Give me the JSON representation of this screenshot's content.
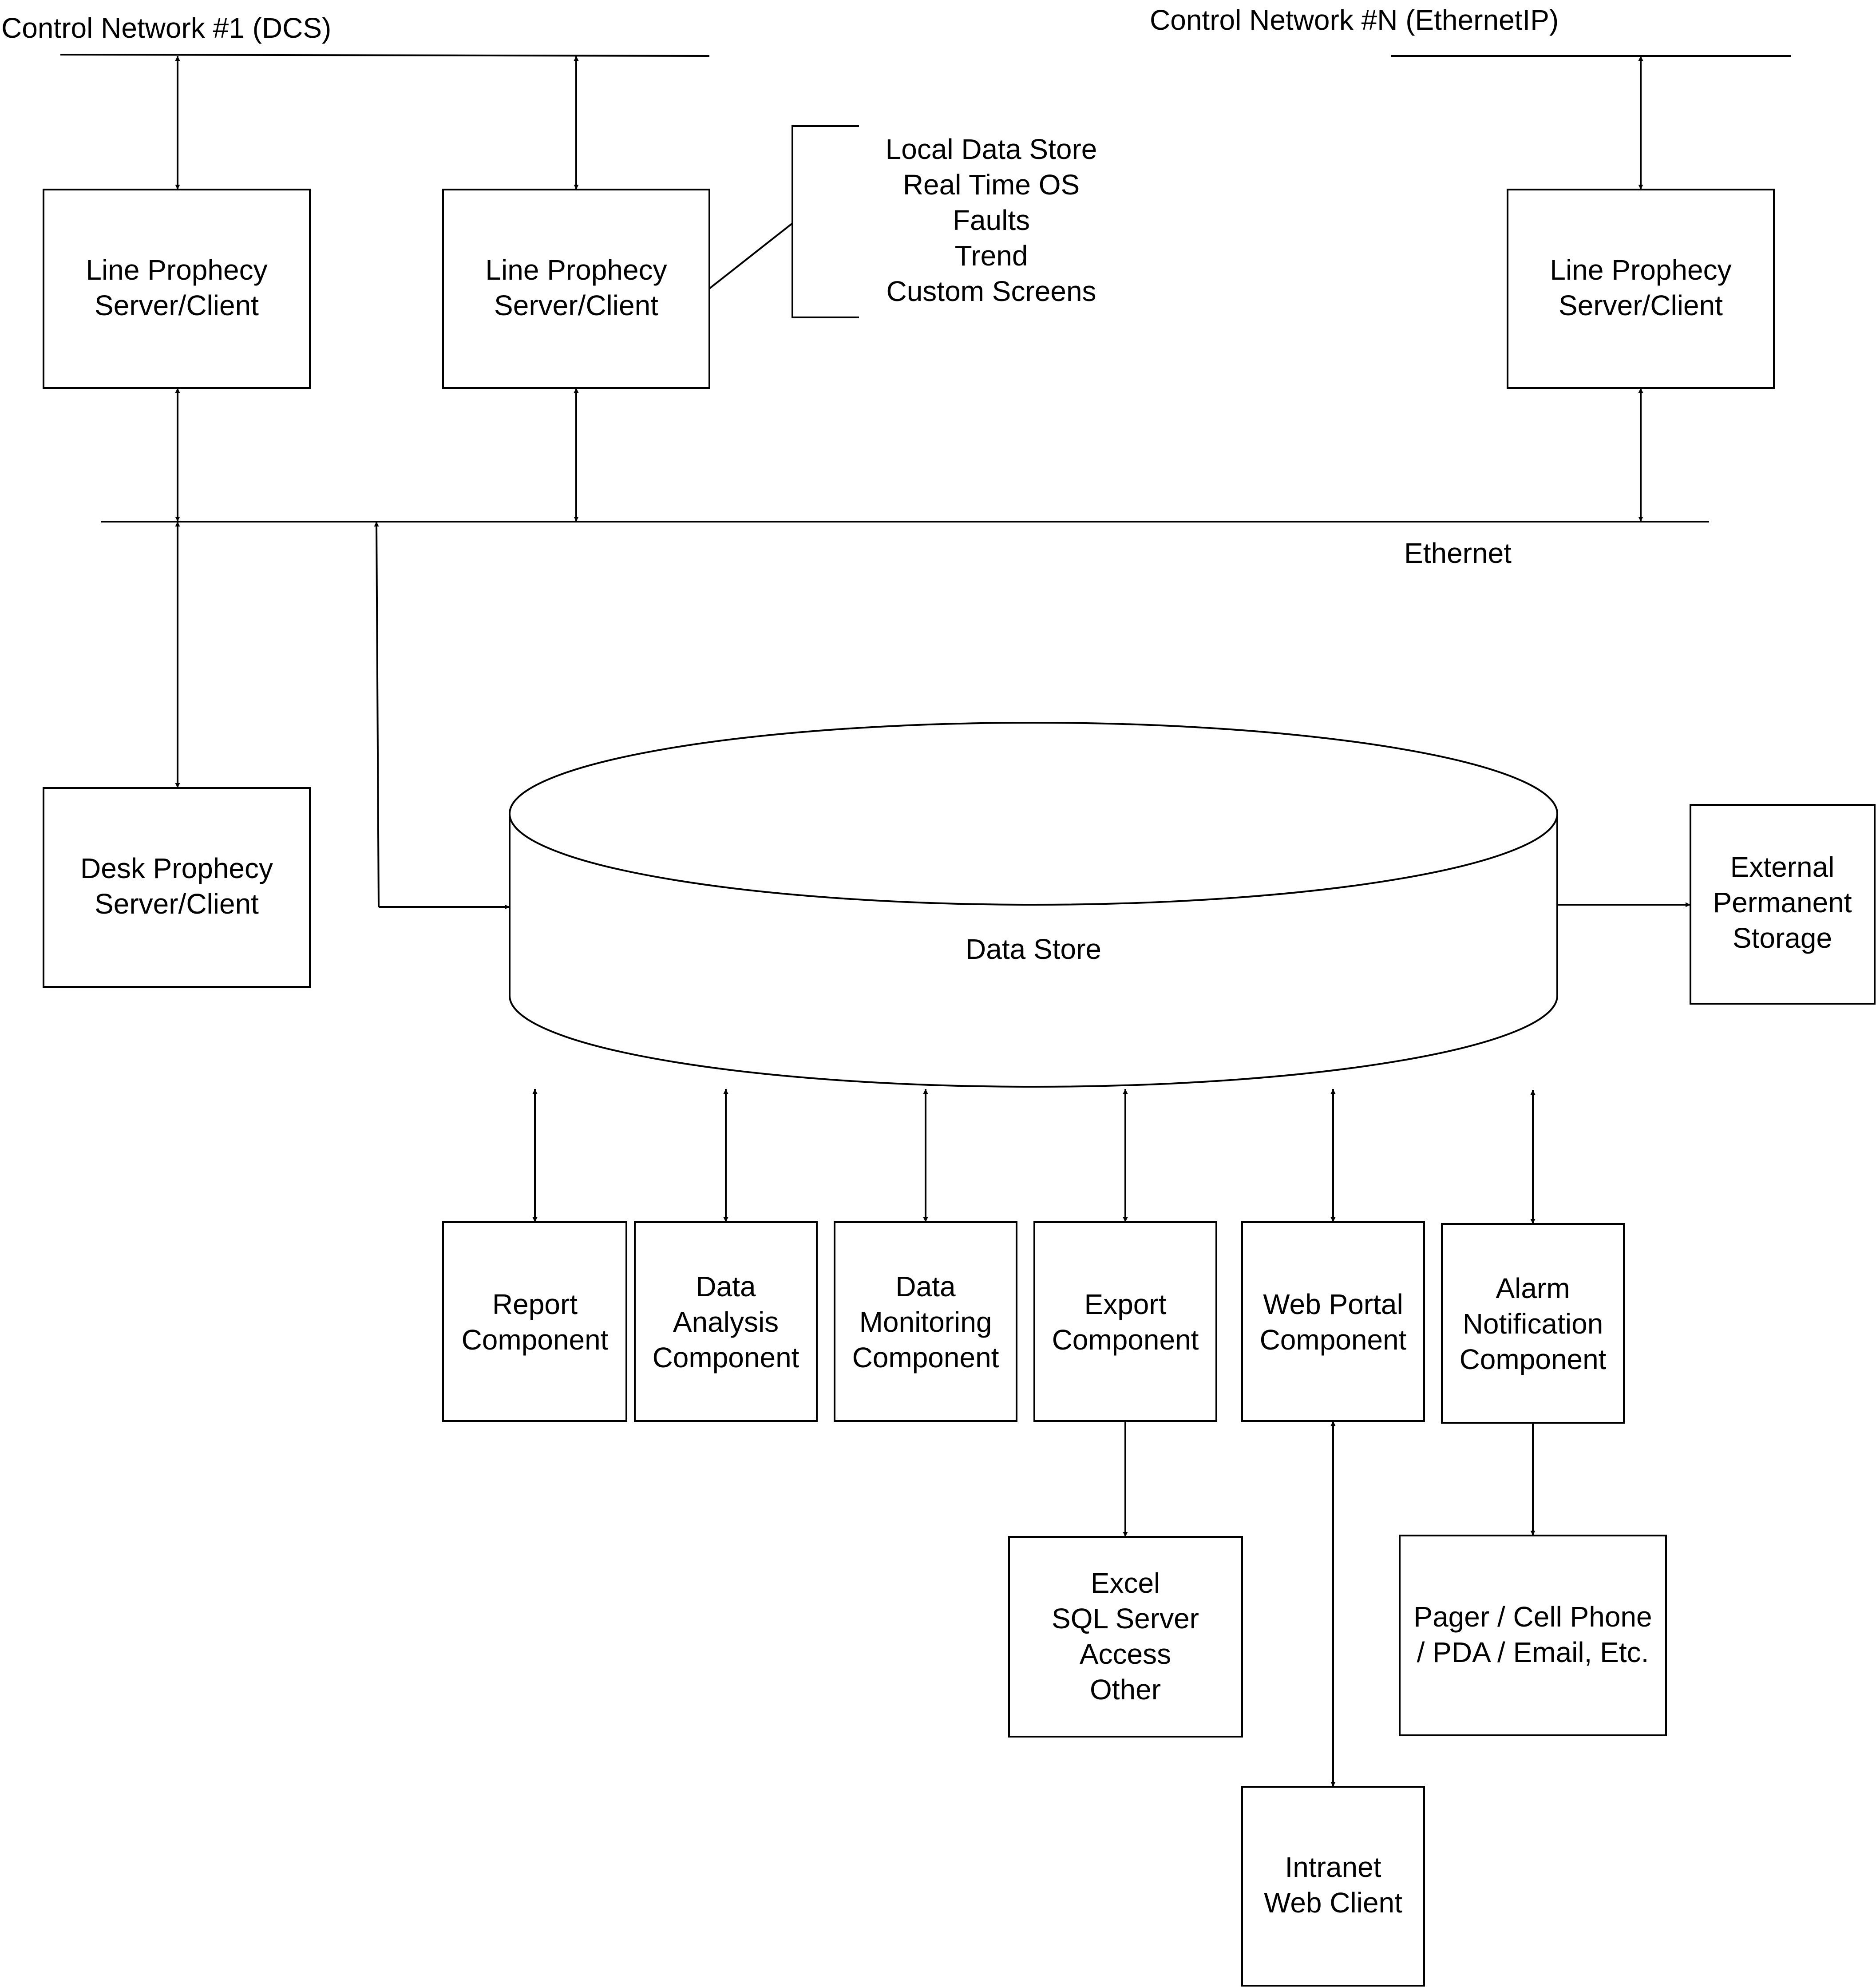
{
  "labels": {
    "control_network_1": "Control Network #1 (DCS)",
    "control_network_n": "Control Network #N (EthernetIP)",
    "ethernet": "Ethernet"
  },
  "line_server_1": {
    "line1": "Line Prophecy",
    "line2": "Server/Client"
  },
  "line_server_2": {
    "line1": "Line Prophecy",
    "line2": "Server/Client"
  },
  "line_server_n": {
    "line1": "Line Prophecy",
    "line2": "Server/Client"
  },
  "local_features": [
    "Local Data Store",
    "Real Time OS",
    "Faults",
    "Trend",
    "Custom Screens"
  ],
  "desk_server": {
    "line1": "Desk Prophecy",
    "line2": "Server/Client"
  },
  "data_store": {
    "label": "Data Store"
  },
  "external_storage": {
    "line1": "External",
    "line2": "Permanent",
    "line3": "Storage"
  },
  "components": {
    "report": {
      "line1": "Report",
      "line2": "Component"
    },
    "data_analysis": {
      "line1": "Data",
      "line2": "Analysis",
      "line3": "Component"
    },
    "data_monitoring": {
      "line1": "Data",
      "line2": "Monitoring",
      "line3": "Component"
    },
    "export": {
      "line1": "Export",
      "line2": "Component"
    },
    "web_portal": {
      "line1": "Web Portal",
      "line2": "Component"
    },
    "alarm": {
      "line1": "Alarm",
      "line2": "Notification",
      "line3": "Component"
    }
  },
  "export_targets": [
    "Excel",
    "SQL Server",
    "Access",
    "Other"
  ],
  "pager": {
    "line1": "Pager / Cell Phone",
    "line2": "/ PDA / Email, Etc."
  },
  "intranet": {
    "line1": "Intranet",
    "line2": "Web Client"
  }
}
